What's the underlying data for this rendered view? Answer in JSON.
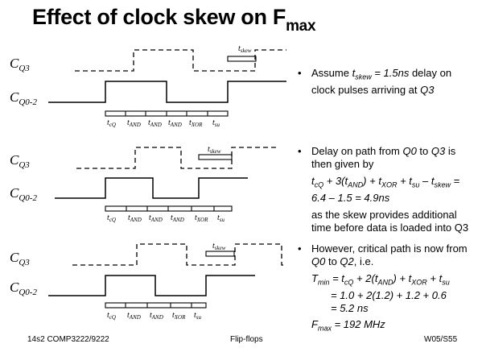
{
  "slide": {
    "title": {
      "main": "Effect of clock skew on F",
      "sub": "max"
    }
  },
  "diagrams": [
    {
      "signal_top": {
        "base": "C",
        "sub": "Q3"
      },
      "signal_bottom": {
        "base": "C",
        "sub": "Q0-2"
      },
      "skew_label": {
        "base": "t",
        "sub": "skew"
      },
      "slots": [
        {
          "base": "t",
          "sub": "cQ"
        },
        {
          "base": "t",
          "sub": "AND"
        },
        {
          "base": "t",
          "sub": "AND"
        },
        {
          "base": "t",
          "sub": "AND"
        },
        {
          "base": "t",
          "sub": "XOR"
        },
        {
          "base": "t",
          "sub": "su"
        }
      ]
    },
    {
      "signal_top": {
        "base": "C",
        "sub": "Q3"
      },
      "signal_bottom": {
        "base": "C",
        "sub": "Q0-2"
      },
      "skew_label": {
        "base": "t",
        "sub": "skew"
      },
      "slots": [
        {
          "base": "t",
          "sub": "cQ"
        },
        {
          "base": "t",
          "sub": "AND"
        },
        {
          "base": "t",
          "sub": "AND"
        },
        {
          "base": "t",
          "sub": "AND"
        },
        {
          "base": "t",
          "sub": "XOR"
        },
        {
          "base": "t",
          "sub": "su"
        }
      ]
    },
    {
      "signal_top": {
        "base": "C",
        "sub": "Q3"
      },
      "signal_bottom": {
        "base": "C",
        "sub": "Q0-2"
      },
      "skew_label": {
        "base": "t",
        "sub": "skew"
      },
      "slots": [
        {
          "base": "t",
          "sub": "cQ"
        },
        {
          "base": "t",
          "sub": "AND"
        },
        {
          "base": "t",
          "sub": "AND"
        },
        {
          "base": "t",
          "sub": "XOR"
        },
        {
          "base": "t",
          "sub": "su"
        }
      ]
    }
  ],
  "bullets": {
    "b1": {
      "bullet": "•",
      "l1_a": "Assume ",
      "l1_t": "t",
      "l1_ts": "skew",
      "l1_b": " = 1.5ns",
      "l1_c": " delay on",
      "l2_a": "clock pulses arriving at ",
      "l2_b": "Q3"
    },
    "b2": {
      "bullet": "•",
      "l1_a": "Delay on path from ",
      "l1_b": "Q0",
      "l1_c": " to ",
      "l1_d": "Q3",
      "l1_e": " is",
      "l2": "then given by",
      "eq1_t1": "t",
      "eq1_t1s": "cQ",
      "eq1_a": " + 3(",
      "eq1_t2": "t",
      "eq1_t2s": "AND",
      "eq1_b": ") + ",
      "eq1_t3": "t",
      "eq1_t3s": "XOR",
      "eq1_c": " + ",
      "eq1_t4": "t",
      "eq1_t4s": "su",
      "eq1_d": " – ",
      "eq1_t5": "t",
      "eq1_t5s": "skew",
      "eq1_e": " =",
      "eq2": "6.4 – 1.5 = 4.9ns",
      "l3": "as the skew provides additional",
      "l4": "time before data is loaded into Q3"
    },
    "b3": {
      "bullet": "•",
      "l1": "However, critical path is now from",
      "l2_a": "Q0",
      "l2_b": " to ",
      "l2_c": "Q2",
      "l2_d": ", i.e.",
      "eq1_T": "T",
      "eq1_Ts": "min",
      "eq1_a": " = ",
      "eq1_t1": "t",
      "eq1_t1s": "cQ",
      "eq1_b": " + 2(",
      "eq1_t2": "t",
      "eq1_t2s": "AND",
      "eq1_c": ") + ",
      "eq1_t3": "t",
      "eq1_t3s": "XOR",
      "eq1_d": " + ",
      "eq1_t4": "t",
      "eq1_t4s": "su",
      "eq2": "= 1.0 + 2(1.2) + 1.2 + 0.6",
      "eq3": "= 5.2 ns",
      "eq4_F": "F",
      "eq4_Fs": "max",
      "eq4_v": " = 192 MHz"
    }
  },
  "footer": {
    "left": "14s2 COMP3222/9222",
    "center": "Flip-flops",
    "right": "W05/S55"
  }
}
